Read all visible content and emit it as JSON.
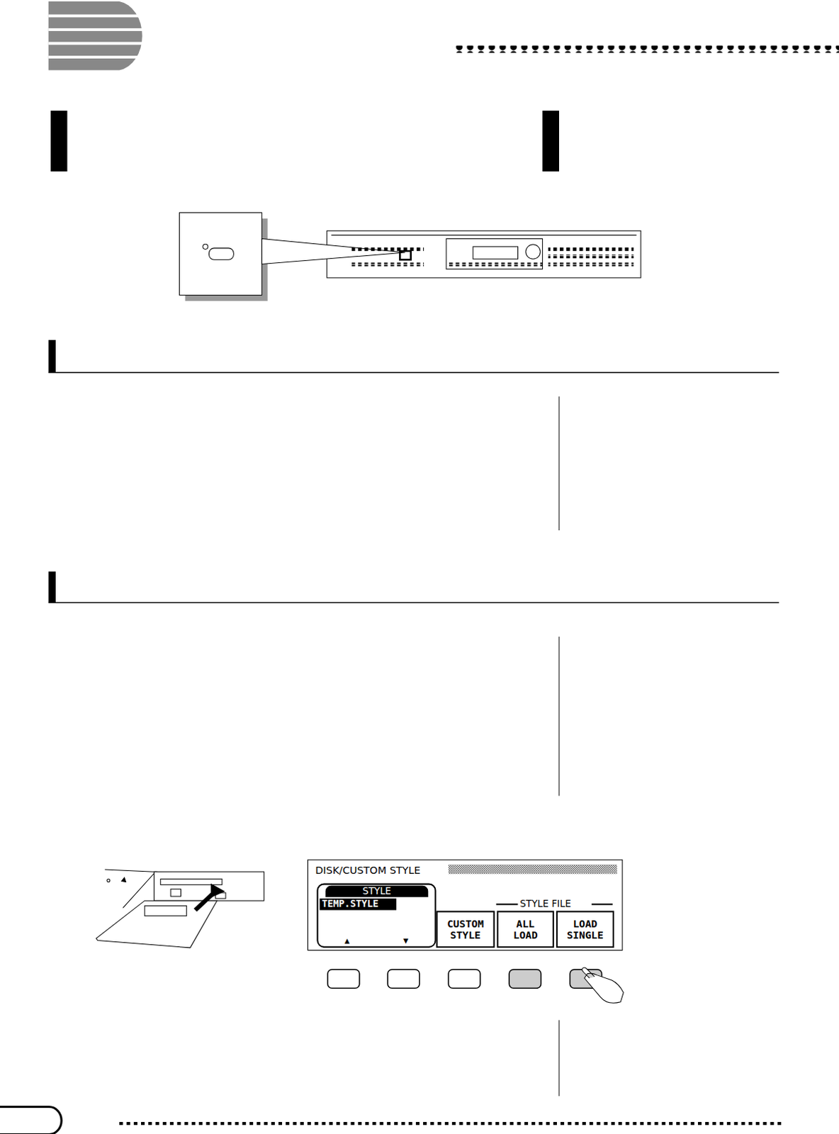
{
  "diagram": {
    "nodes": [
      {
        "text": [
          "DISK/CUSTOM STYLE"
        ]
      },
      {
        "text": [
          "STYLE",
          "TEMP.STYLE",
          "▲",
          "▼"
        ],
        "in": 0
      },
      {
        "text": [
          "CUSTOM STYLE"
        ],
        "in": 0
      },
      {
        "text": [
          "ALL LOAD"
        ],
        "in": 0
      },
      {
        "text": [
          "LOAD SINGLE"
        ],
        "in": 0
      }
    ],
    "labels": [
      "STYLE FILE"
    ]
  }
}
